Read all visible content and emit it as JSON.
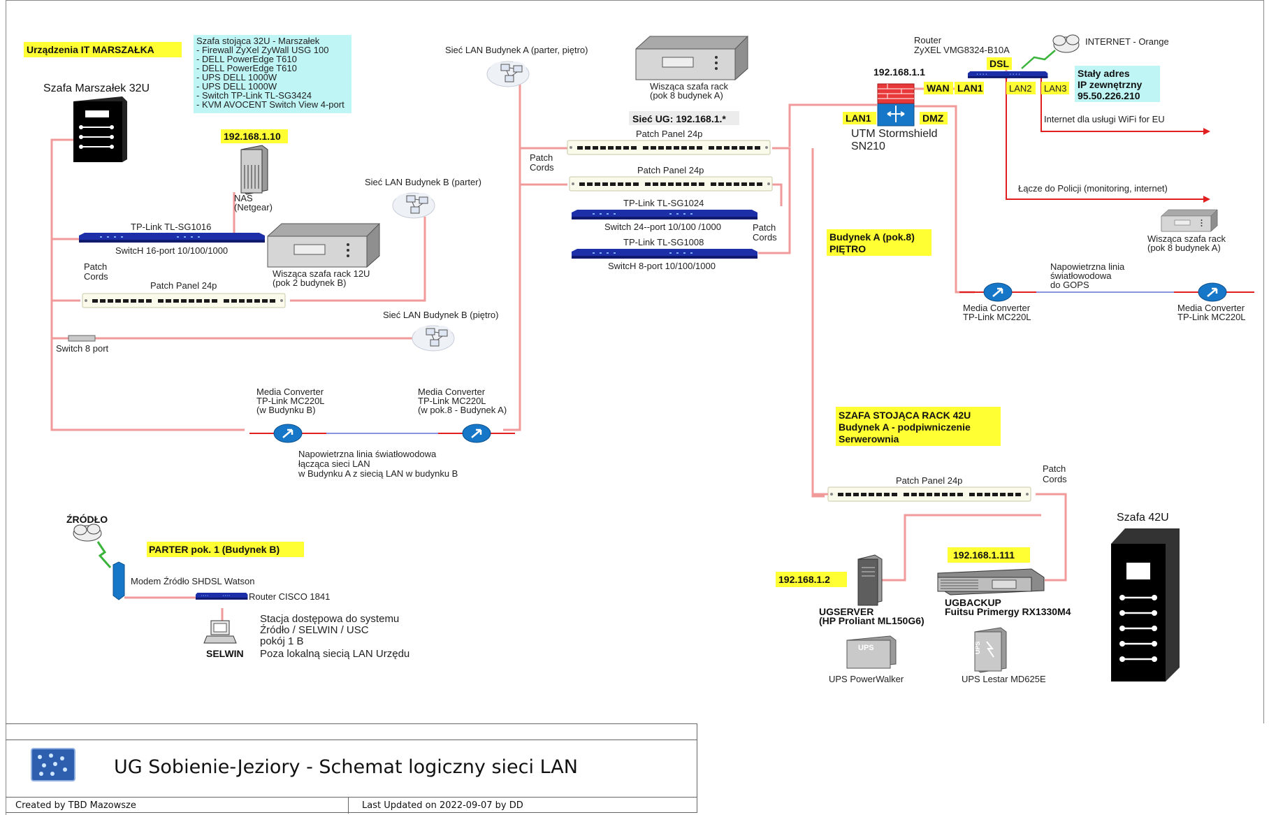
{
  "left_title": "Urządzenia IT MARSZAŁKA",
  "cabinet_list": [
    "Szafa stojąca 32U - Marszałek",
    "- Firewall ZyXel ZyWall USG 100",
    "- DELL PowerEdge T610",
    "- DELL PowerEdge T610",
    "- UPS DELL 1000W",
    "- UPS DELL 1000W",
    "- Switch TP-Link TL-SG3424",
    "- KVM AVOCENT Switch View 4-port"
  ],
  "szafa32_label": "Szafa Marszałek 32U",
  "nas": {
    "ip": "192.168.1.10",
    "l1": "NAS",
    "l2": "(Netgear)"
  },
  "lanB_parter": "Sieć LAN Budynek B (parter)",
  "lanB_pietro": "Sieć LAN Budynek B (piętro)",
  "lanA": "Sieć LAN Budynek A (parter, piętro)",
  "sg1016": {
    "title": "TP-Link TL-SG1016",
    "sub": "SwitcH 16-port 10/100/1000"
  },
  "rack12": {
    "l1": "Wisząca szafa rack 12U",
    "l2": "(pok 2 budynek B)"
  },
  "patch_cords": {
    "l1": "Patch",
    "l2": "Cords"
  },
  "patch_panel": "Patch Panel 24p",
  "switch8": "Switch 8 port",
  "mc_b": {
    "l1": "Media Converter",
    "l2": "TP-Link MC220L",
    "l3": "(w Budynku B)"
  },
  "mc_a": {
    "l1": "Media Converter",
    "l2": "TP-Link MC220L",
    "l3": "(w pok.8 - Budynek A)"
  },
  "fiber_note": [
    "Napowietrzna linia światłowodowa",
    "łącząca sieci LAN",
    "w Budynku A z siecią LAN w budynku B"
  ],
  "zrodlo": "ŹRÓDŁO",
  "parter": "PARTER pok. 1 (Budynek B)",
  "modem": "Modem Źródło SHDSL Watson",
  "cisco": "Router CISCO 1841",
  "station": [
    "Stacja dostępowa do systemu",
    "Źródło / SELWIN / USC",
    "pokój 1 B",
    "Poza lokalną siecią LAN Urzędu"
  ],
  "selwin": "SELWIN",
  "rack_a8": {
    "l1": "Wisząca szafa rack",
    "l2": "(pok 8 budynek A)"
  },
  "siec_ug": "Sieć UG: 192.168.1.*",
  "sg1024": {
    "title": "TP-Link TL-SG1024",
    "sub": "Switch 24--port 10/100 /1000"
  },
  "sg1008": {
    "title": "TP-Link TL-SG1008",
    "sub": "SwitcH 8-port 10/100/1000"
  },
  "router": {
    "l1": "Router",
    "l2": "ZyXEL VMG8324-B10A"
  },
  "internet": "INTERNET - Orange",
  "dsl": "DSL",
  "lan1": "LAN1",
  "lan2": "LAN2",
  "lan3": "LAN3",
  "wan": "WAN",
  "dmz": "DMZ",
  "gw_ip": "192.168.1.1",
  "utm": {
    "l1": "UTM Stormshield",
    "l2": "SN210"
  },
  "static_ip": [
    "Stały adres",
    "IP zewnętrzny",
    "95.50.226.210"
  ],
  "wifi_eu": "Internet dla usługi WiFi for EU",
  "policja": "Łącze do Policji (monitoring, internet)",
  "rack_a8_right": {
    "l1": "Wisząca szafa rack",
    "l2": "(pok 8 budynek A)"
  },
  "budynek_a": [
    "Budynek A (pok.8)",
    "PIĘTRO"
  ],
  "gops_note": [
    "Napowietrzna linia",
    "światłowodowa",
    "do GOPS"
  ],
  "mc": {
    "l1": "Media Converter",
    "l2": "TP-Link MC220L"
  },
  "serverroom": [
    "SZAFA STOJĄCA RACK 42U",
    "Budynek A - podpiwniczenie",
    "Serwerownia"
  ],
  "szafa42": "Szafa 42U",
  "ugserver": {
    "ip": "192.168.1.2",
    "l1": "UGSERVER",
    "l2": "(HP Proliant ML150G6)"
  },
  "ugbackup": {
    "ip": "192.168.1.111",
    "l1": "UGBACKUP",
    "l2": "Fuitsu Primergy RX1330M4"
  },
  "ups1": {
    "label": "UPS PowerWalker",
    "icon_text": "UPS"
  },
  "ups2": {
    "label": "UPS Lestar MD625E",
    "icon_text": "UPS"
  },
  "footer": {
    "title": "UG Sobienie-Jeziory - Schemat logiczny sieci LAN",
    "created": "Created by TBD Mazowsze",
    "updated": "Last Updated on 2022-09-07 by DD"
  }
}
